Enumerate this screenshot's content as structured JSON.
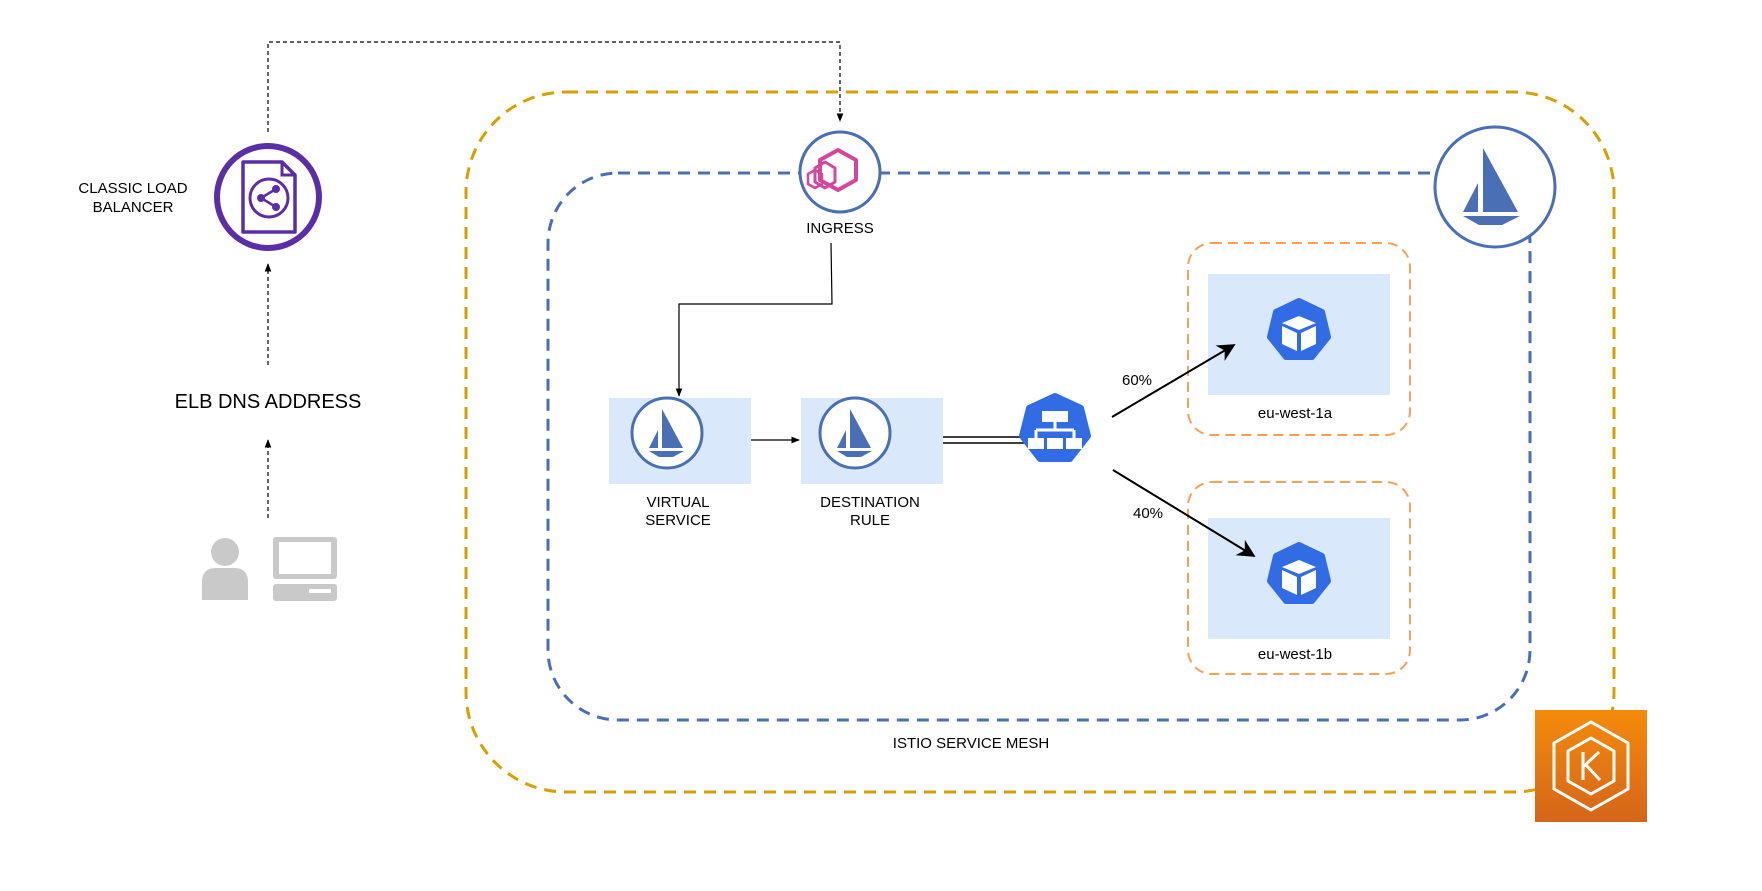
{
  "labels": {
    "classic_lb_line1": "CLASSIC LOAD",
    "classic_lb_line2": "BALANCER",
    "elb_dns": "ELB DNS ADDRESS",
    "ingress": "INGRESS",
    "virtual_service_line1": "VIRTUAL",
    "virtual_service_line2": "SERVICE",
    "destination_rule_line1": "DESTINATION",
    "destination_rule_line2": "RULE",
    "service_mesh": "ISTIO SERVICE MESH",
    "zone_a": "eu-west-1a",
    "zone_b": "eu-west-1b",
    "weight_a": "60%",
    "weight_b": "40%"
  },
  "icons": {
    "user": "user-icon",
    "client": "computer-icon",
    "load_balancer": "elb-icon",
    "ingress": "envoy-icon",
    "istio": "istio-icon",
    "k8s_service": "kubernetes-service-icon",
    "k8s_pod": "kubernetes-pod-icon",
    "eks": "eks-icon"
  },
  "colors": {
    "eks_boundary": "#d6a000",
    "mesh_boundary": "#4a6fb5",
    "zone_boundary": "#f4a15a",
    "panel_fill": "#dae8fc",
    "lb_purple": "#5a2ea6",
    "envoy_pink": "#d3469b",
    "istio_blue": "#4a6fb5",
    "k8s_blue": "#326ce5",
    "eks_orange": "#e8750f"
  }
}
